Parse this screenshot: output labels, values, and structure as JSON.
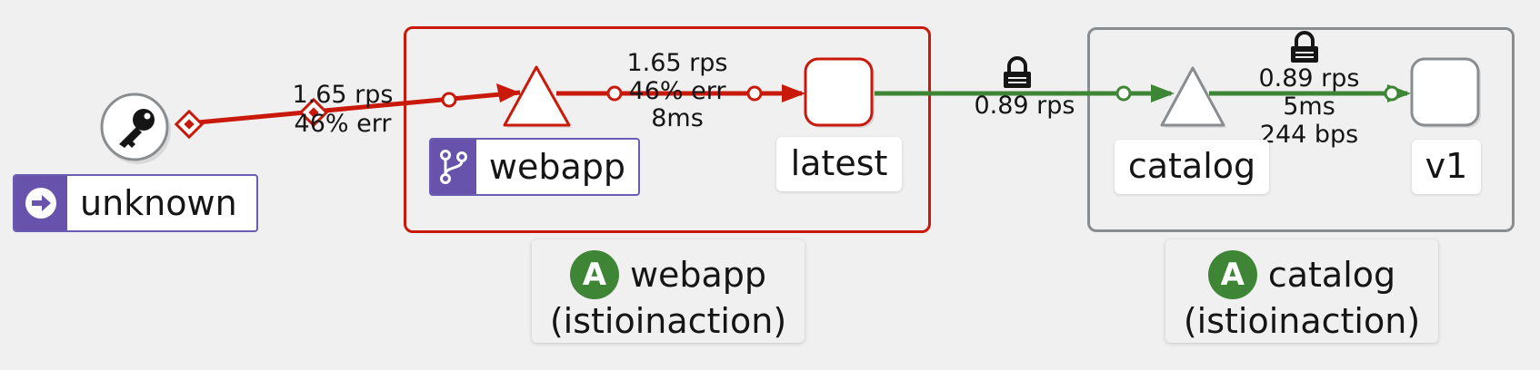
{
  "colors": {
    "error_edge": "#c9190b",
    "healthy_edge": "#3e8635",
    "app_box_border": "#c9190b",
    "service_box_border": "#8a8d90",
    "app_tag": "#6753ac",
    "namespace_badge": "#3e8635"
  },
  "nodes": {
    "unknown": {
      "label": "unknown",
      "icon": "key-icon",
      "tag_icon": "arrow-right-circle-icon"
    },
    "webapp_service": {
      "icon": "triangle-service-icon"
    },
    "webapp_latest": {
      "label": "latest",
      "icon": "square-workload-icon"
    },
    "webapp_app": {
      "label": "webapp",
      "icon": "branch-icon"
    },
    "catalog_service": {
      "label": "catalog",
      "icon": "triangle-service-icon"
    },
    "catalog_v1": {
      "label": "v1",
      "icon": "square-workload-icon"
    }
  },
  "namespaces": [
    {
      "badge": "A",
      "name": "webapp",
      "namespace": "(istioinaction)"
    },
    {
      "badge": "A",
      "name": "catalog",
      "namespace": "(istioinaction)"
    }
  ],
  "edges": {
    "unknown_to_webapp": {
      "rps": "1.65 rps",
      "err": "46% err",
      "status": "error"
    },
    "webapp_to_latest": {
      "rps": "1.65 rps",
      "err": "46% err",
      "latency": "8ms",
      "status": "error"
    },
    "latest_to_catalog": {
      "rps": "0.89 rps",
      "mtls": "lock-icon",
      "status": "healthy"
    },
    "catalog_to_v1": {
      "rps": "0.89 rps",
      "latency": "5ms",
      "throughput": "244 bps",
      "mtls": "lock-icon",
      "status": "healthy"
    }
  }
}
